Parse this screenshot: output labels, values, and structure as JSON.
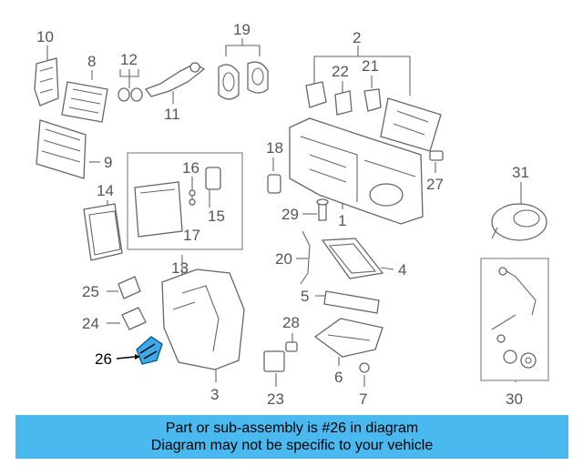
{
  "diagram": {
    "highlight_color": "#3fa9e8",
    "callouts": [
      {
        "id": "c10",
        "label": "10"
      },
      {
        "id": "c8",
        "label": "8"
      },
      {
        "id": "c12",
        "label": "12"
      },
      {
        "id": "c19",
        "label": "19"
      },
      {
        "id": "c2",
        "label": "2"
      },
      {
        "id": "c22",
        "label": "22"
      },
      {
        "id": "c21",
        "label": "21"
      },
      {
        "id": "c11",
        "label": "11"
      },
      {
        "id": "c9",
        "label": "9"
      },
      {
        "id": "c18",
        "label": "18"
      },
      {
        "id": "c16",
        "label": "16"
      },
      {
        "id": "c27",
        "label": "27"
      },
      {
        "id": "c31",
        "label": "31"
      },
      {
        "id": "c14",
        "label": "14"
      },
      {
        "id": "c15",
        "label": "15"
      },
      {
        "id": "c29",
        "label": "29"
      },
      {
        "id": "c1",
        "label": "1"
      },
      {
        "id": "c17",
        "label": "17"
      },
      {
        "id": "c20",
        "label": "20"
      },
      {
        "id": "c4",
        "label": "4"
      },
      {
        "id": "c13",
        "label": "13"
      },
      {
        "id": "c25",
        "label": "25"
      },
      {
        "id": "c5",
        "label": "5"
      },
      {
        "id": "c24",
        "label": "24"
      },
      {
        "id": "c28",
        "label": "28"
      },
      {
        "id": "c26",
        "label": "26"
      },
      {
        "id": "c3",
        "label": "3"
      },
      {
        "id": "c6",
        "label": "6"
      },
      {
        "id": "c23",
        "label": "23"
      },
      {
        "id": "c7",
        "label": "7"
      },
      {
        "id": "c30",
        "label": "30"
      }
    ]
  },
  "banner": {
    "line1": "Part or sub-assembly is #26 in diagram",
    "line2": "Diagram may not be specific to your vehicle",
    "color": "#4ab9f0"
  }
}
